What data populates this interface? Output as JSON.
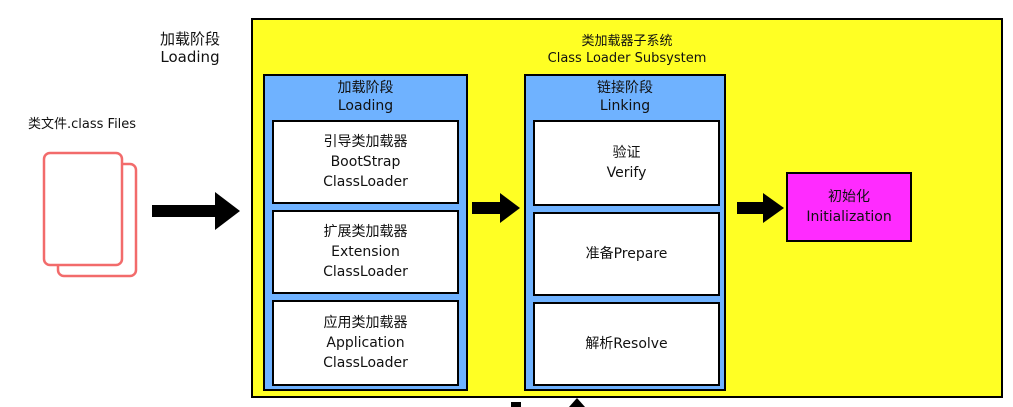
{
  "outer_label": "加载阶段\nLoading",
  "files_label": "类文件.class Files",
  "subsystem": {
    "title": "类加载器子系统\nClass Loader Subsystem"
  },
  "loading": {
    "title": "加载阶段\nLoading",
    "items": [
      {
        "label": "引导类加载器\nBootStrap\nClassLoader"
      },
      {
        "label": "扩展类加载器\nExtension\nClassLoader"
      },
      {
        "label": "应用类加载器\nApplication\nClassLoader"
      }
    ]
  },
  "linking": {
    "title": "链接阶段\nLinking",
    "items": [
      {
        "label": "验证\nVerify"
      },
      {
        "label": "准备Prepare"
      },
      {
        "label": "解析Resolve"
      }
    ]
  },
  "initialization": {
    "label": "初始化\nInitialization"
  },
  "colors": {
    "subsystem": "#ffff24",
    "stage": "#6fb2ff",
    "initialization": "#ff2bff",
    "file_icon": "#f26b6b",
    "arrow": "#000000"
  }
}
